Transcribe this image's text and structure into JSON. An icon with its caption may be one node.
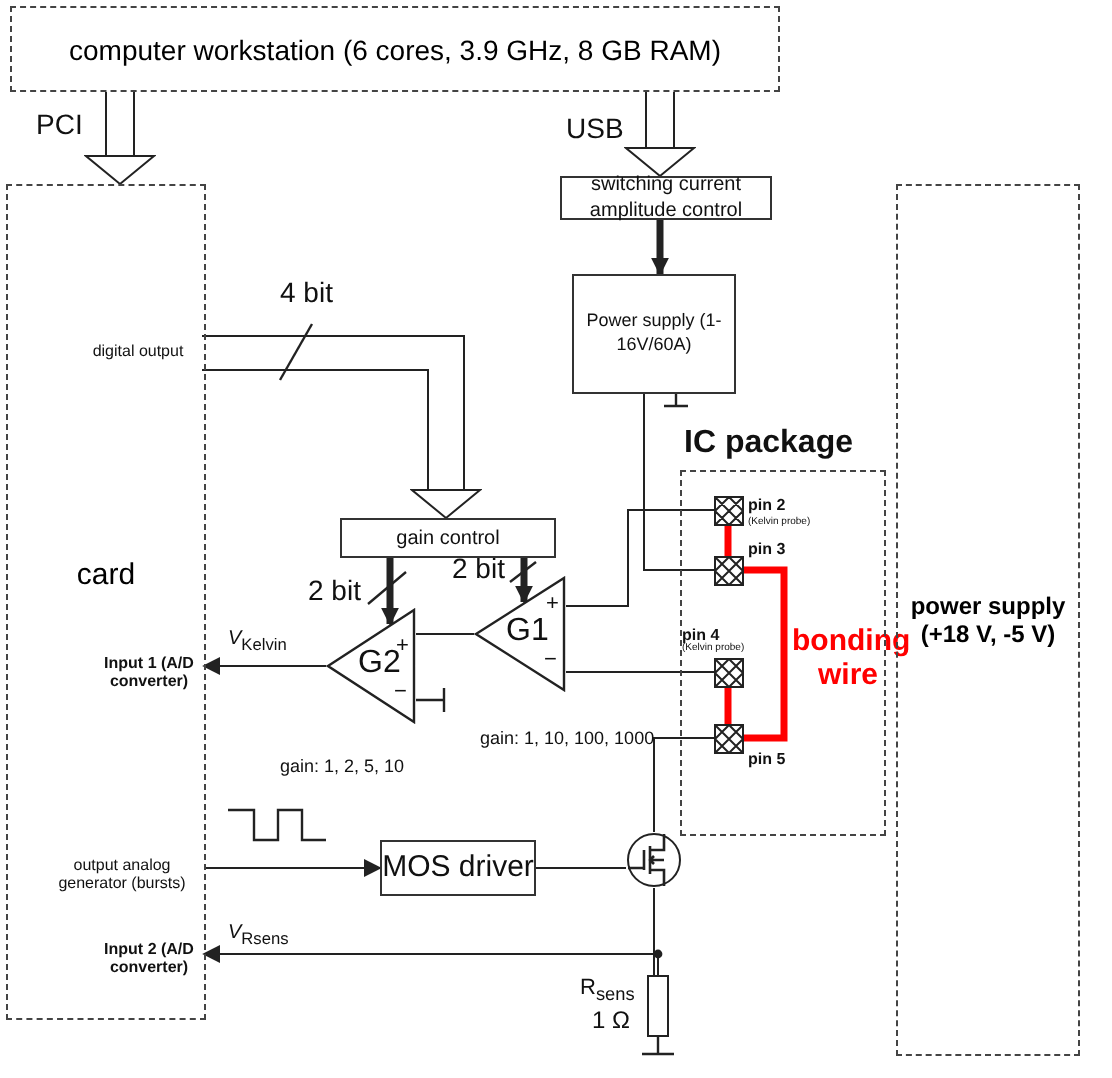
{
  "diagram": {
    "nodes": [
      {
        "text": [
          "computer workstation (6 cores, 3.9 GHz, 8 GB RAM)"
        ]
      },
      {
        "text": [
          "card"
        ]
      },
      {
        "text": [
          "digital output"
        ],
        "in": 1
      },
      {
        "text": [
          "Input 1 (A/D converter)"
        ],
        "in": 1
      },
      {
        "text": [
          "output analog generator (bursts)"
        ],
        "in": 1
      },
      {
        "text": [
          "Input 2 (A/D converter)"
        ],
        "in": 1
      },
      {
        "text": [
          "switching current amplitude control"
        ]
      },
      {
        "text": [
          "Power supply (1-16V/60A)"
        ]
      },
      {
        "text": [
          "gain control"
        ]
      },
      {
        "text": [
          "G2"
        ],
        "beside": [
          "gain: 1, 2, 5, 10"
        ]
      },
      {
        "text": [
          "G1"
        ],
        "beside": [
          "gain: 1, 10, 100, 1000"
        ]
      },
      {
        "text": [
          "IC package"
        ]
      },
      {
        "text": [
          "pin 2",
          "(Kelvin probe)"
        ],
        "in": 11
      },
      {
        "text": [
          "pin 3"
        ],
        "in": 11
      },
      {
        "text": [
          "pin 4",
          "(Kelvin probe)"
        ],
        "in": 11
      },
      {
        "text": [
          "pin 5"
        ],
        "in": 11
      },
      {
        "text": [
          "power supply (+18 V, -5 V)"
        ]
      },
      {
        "text": [
          "MOS driver"
        ]
      },
      {
        "text": [],
        "shape": "transistor"
      },
      {
        "text": [
          "R$_{sens}$",
          "1 Ω"
        ]
      }
    ],
    "edges": [
      {
        "from": 0,
        "to": 1,
        "arrow": "to",
        "label": "PCI"
      },
      {
        "from": 0,
        "to": 6,
        "arrow": "to",
        "label": "USB"
      },
      {
        "from": 6,
        "to": 7,
        "arrow": "to",
        "style": "thick"
      },
      {
        "from": 2,
        "to": 8,
        "arrow": "to",
        "label": "4 bit"
      },
      {
        "from": 8,
        "to": 9,
        "arrow": "to",
        "style": "thick",
        "label": "2 bit"
      },
      {
        "from": 8,
        "to": 10,
        "arrow": "to",
        "style": "thick",
        "label": "2 bit"
      },
      {
        "from": 10,
        "to": 9,
        "arrow": "none"
      },
      {
        "from": 9,
        "to": 3,
        "arrow": "to",
        "label": "*V*$_{Kelvin}$"
      },
      {
        "from": 12,
        "to": 10,
        "arrow": "none"
      },
      {
        "from": 7,
        "to": 13,
        "arrow": "none"
      },
      {
        "from": 14,
        "to": 10,
        "arrow": "none"
      },
      {
        "from": 15,
        "to": 18,
        "arrow": "none"
      },
      {
        "from": 4,
        "to": 17,
        "arrow": "to"
      },
      {
        "from": 17,
        "to": 18,
        "arrow": "none"
      },
      {
        "from": 18,
        "to": 19,
        "arrow": "none"
      },
      {
        "from": 19,
        "to": 5,
        "arrow": "to",
        "label": "*V*$_{Rsens}$"
      },
      {
        "from": 12,
        "to": 13,
        "arrow": "none",
        "color": "#ff0000",
        "style": "thick"
      },
      {
        "from": 13,
        "to": 15,
        "arrow": "none",
        "color": "#ff0000",
        "style": "thick",
        "label": "bonding wire"
      },
      {
        "from": 14,
        "to": 15,
        "arrow": "none",
        "color": "#ff0000",
        "style": "thick"
      }
    ],
    "labels": [
      "+",
      "−",
      "+",
      "−"
    ]
  }
}
